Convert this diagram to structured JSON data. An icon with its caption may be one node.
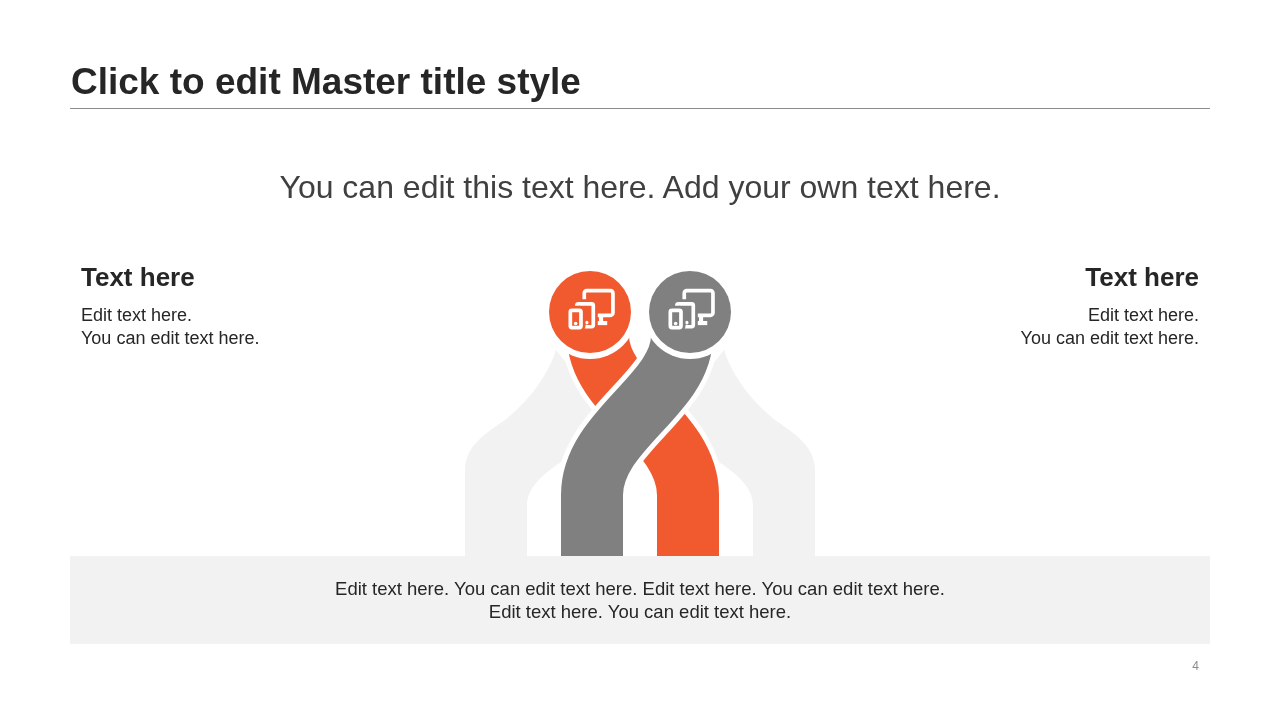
{
  "diagram": {
    "title": "Click to edit Master title style",
    "nodes": [
      {
        "text": [
          "Edit text here. You can edit text here. Edit text here. You can edit text here. Edit text here. You can edit text here."
        ]
      }
    ],
    "labels": [
      "You can edit this text here. Add your own text here.",
      "Text here",
      "Edit text here.",
      "You can edit text here.",
      "Text here",
      "Edit text here.",
      "You can edit text here.",
      "4"
    ]
  }
}
